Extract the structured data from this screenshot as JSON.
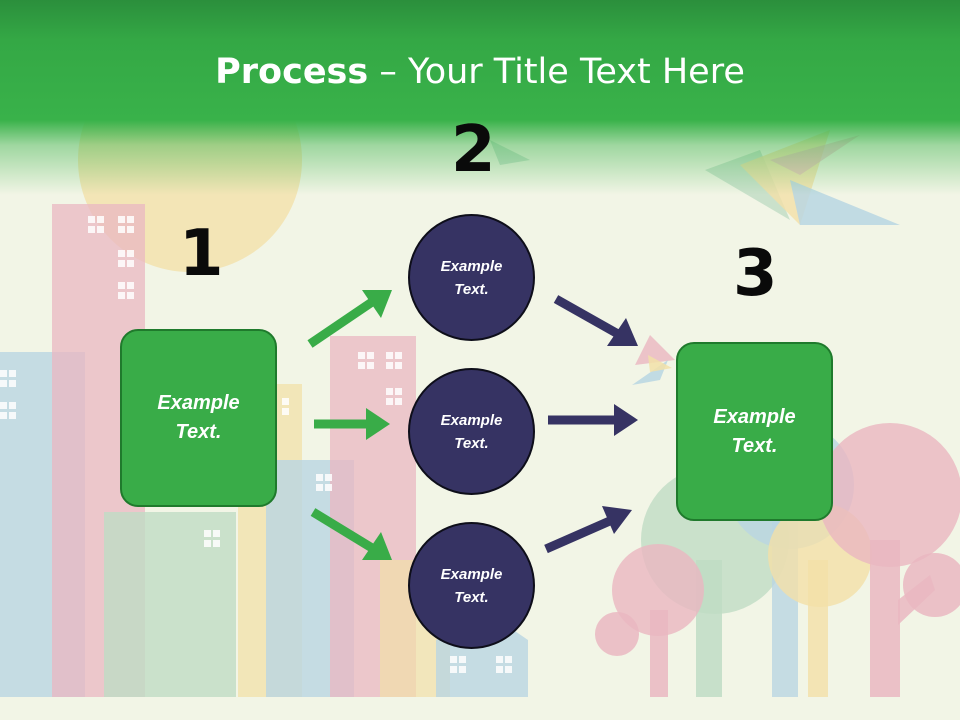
{
  "slide": {
    "title_bold": "Process",
    "title_rest": " – Your Title Text Here"
  },
  "steps": {
    "n1": "1",
    "n2": "2",
    "n3": "3"
  },
  "nodes": {
    "start_box": "Example\nText.",
    "circle_top": "Example\nText.",
    "circle_middle": "Example\nText.",
    "circle_bottom": "Example\nText.",
    "end_box": "Example\nText."
  },
  "colors": {
    "header_green": "#39b24a",
    "box_green": "#39ac48",
    "circle_navy": "#363363",
    "arrow_green": "#39ac48",
    "arrow_navy": "#363363",
    "background": "#f2f5e6"
  }
}
